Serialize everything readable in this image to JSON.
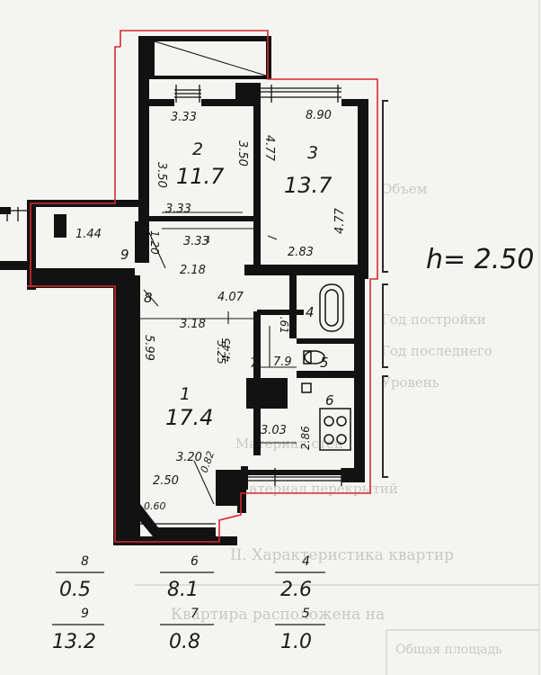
{
  "height_note": "h= 2.50",
  "rooms": [
    {
      "num": "2",
      "area": "11.7"
    },
    {
      "num": "3",
      "area": "13.7"
    },
    {
      "num": "1",
      "area": "17.4"
    },
    {
      "num": "4"
    },
    {
      "num": "5"
    },
    {
      "num": "6"
    },
    {
      "num": "7"
    },
    {
      "num": "8"
    },
    {
      "num": "9"
    }
  ],
  "dimensions": {
    "d333_top": "3.33",
    "d350_left": "3.50",
    "d350_right": "3.50",
    "d890": "8.90",
    "d477_left": "4.77",
    "d477_right": "4.77",
    "d333_mid": "3.33",
    "d333_low": "3.33",
    "d283": "2.83",
    "d144": "1.44",
    "d120": "1.20",
    "d218": "2.18",
    "d407": "4.07",
    "d318": "3.18",
    "d161": "1.61",
    "d599": "5.99",
    "d525": "5.25",
    "d445": "4.45",
    "d79": "7.9",
    "d303": "3.03",
    "d286": "2.86",
    "d320": "3.20",
    "d082": "0.82",
    "d250": "2.50",
    "d060": "0.60"
  },
  "legend": [
    {
      "room": "8",
      "area": "0.5"
    },
    {
      "room": "6",
      "area": "8.1"
    },
    {
      "room": "4",
      "area": "2.6"
    },
    {
      "room": "9",
      "area": "13.2"
    },
    {
      "room": "7",
      "area": "0.8"
    },
    {
      "room": "5",
      "area": "1.0"
    }
  ],
  "background_text": {
    "l1": "II. Характеристика квартир",
    "l2": "Квартира расположена на",
    "l3": "Общая площадь",
    "l4": "Материал стен",
    "l5": "Материал перекрытий",
    "l6": "Уровень",
    "l7": "Год постройки",
    "l8": "Объем",
    "l9": "Год последнего"
  }
}
